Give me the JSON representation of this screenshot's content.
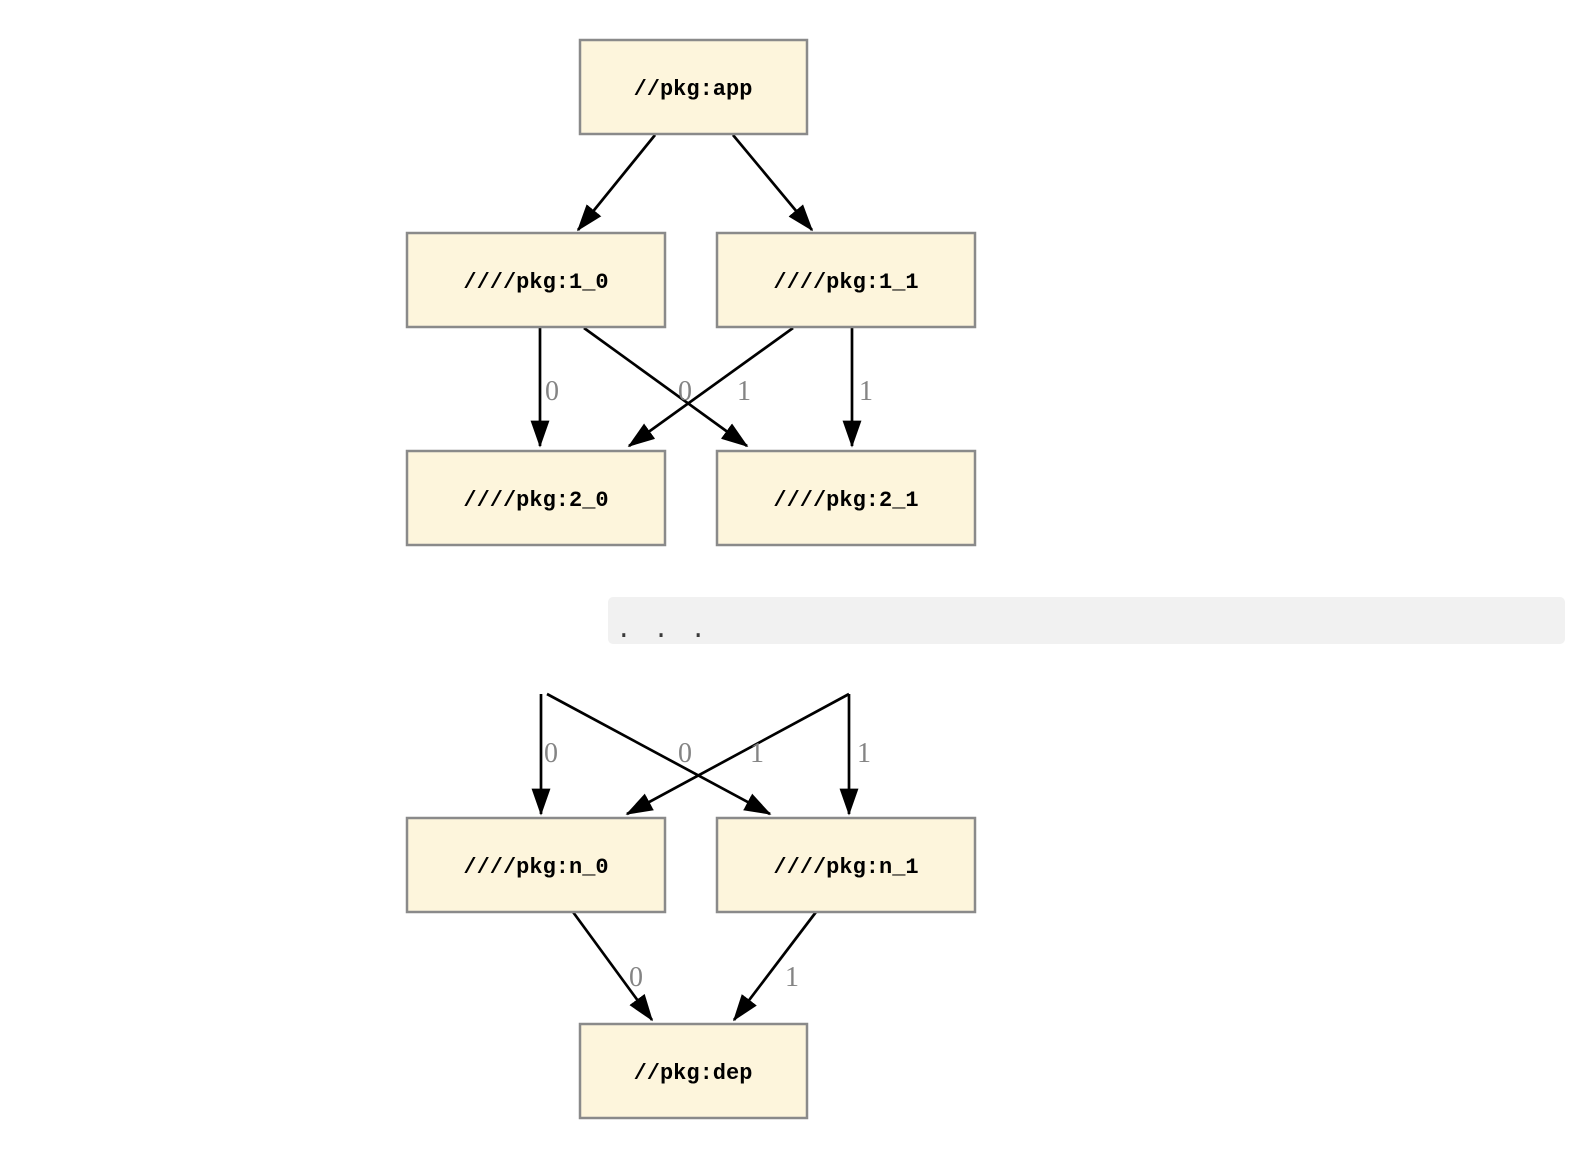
{
  "diagram": {
    "nodes": {
      "app": {
        "label": "//pkg:app"
      },
      "l1_0": {
        "label": "////pkg:1_0"
      },
      "l1_1": {
        "label": "////pkg:1_1"
      },
      "l2_0": {
        "label": "////pkg:2_0"
      },
      "l2_1": {
        "label": "////pkg:2_1"
      },
      "ln_0": {
        "label": "////pkg:n_0"
      },
      "ln_1": {
        "label": "////pkg:n_1"
      },
      "dep": {
        "label": "//pkg:dep"
      }
    },
    "ellipsis": {
      "label": ". . ."
    },
    "edge_labels": {
      "upper": [
        "0",
        "0",
        "1",
        "1"
      ],
      "lower": [
        "0",
        "0",
        "1",
        "1"
      ],
      "bottom": [
        "0",
        "1"
      ]
    },
    "colors": {
      "background": "#ffffff",
      "node_fill": "#fdf5dc",
      "node_border": "#8a8a8a",
      "edge": "#000000",
      "edge_label": "#848484",
      "ellipsis_bar": "#f1f1f1",
      "ellipsis_text": "#3a3a3a"
    }
  }
}
